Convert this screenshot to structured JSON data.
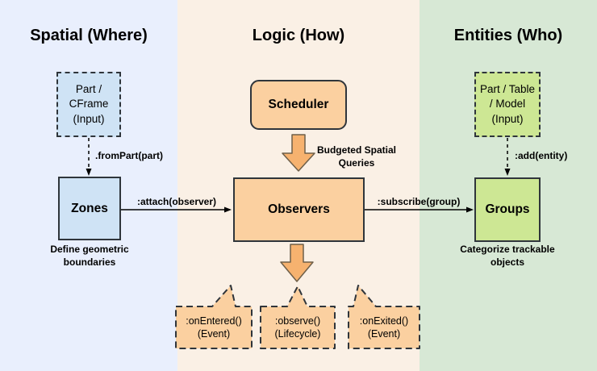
{
  "palette": {
    "column_spatial_bg": "#e9effd",
    "column_logic_bg": "#faf0e5",
    "column_entities_bg": "#d7e8d5",
    "box_blue_fill": "#cfe3f5",
    "box_orange_fill": "#fbd0a0",
    "box_green_fill": "#cde794",
    "block_arrow_fill": "#f6b26f",
    "block_arrow_stroke": "#6e5f49",
    "box_border": "#2f353b",
    "text_color": "#000000"
  },
  "spatial": {
    "header": "Spatial (Where)",
    "input": "Part /\nCFrame\n(Input)",
    "edge_label": ".fromPart(part)",
    "box": "Zones",
    "caption": "Define geometric\nboundaries"
  },
  "logic": {
    "header": "Logic (How)",
    "scheduler": "Scheduler",
    "query_label": "Budgeted Spatial\nQueries",
    "box": "Observers",
    "callouts": [
      {
        "label": ":onEntered()\n(Event)"
      },
      {
        "label": ":observe()\n(Lifecycle)"
      },
      {
        "label": ":onExited()\n(Event)"
      }
    ]
  },
  "entities": {
    "header": "Entities (Who)",
    "input": "Part / Table\n/ Model\n(Input)",
    "edge_label": ":add(entity)",
    "box": "Groups",
    "caption": "Categorize trackable\nobjects"
  },
  "edges": {
    "attach": ":attach(observer)",
    "subscribe": ":subscribe(group)"
  }
}
